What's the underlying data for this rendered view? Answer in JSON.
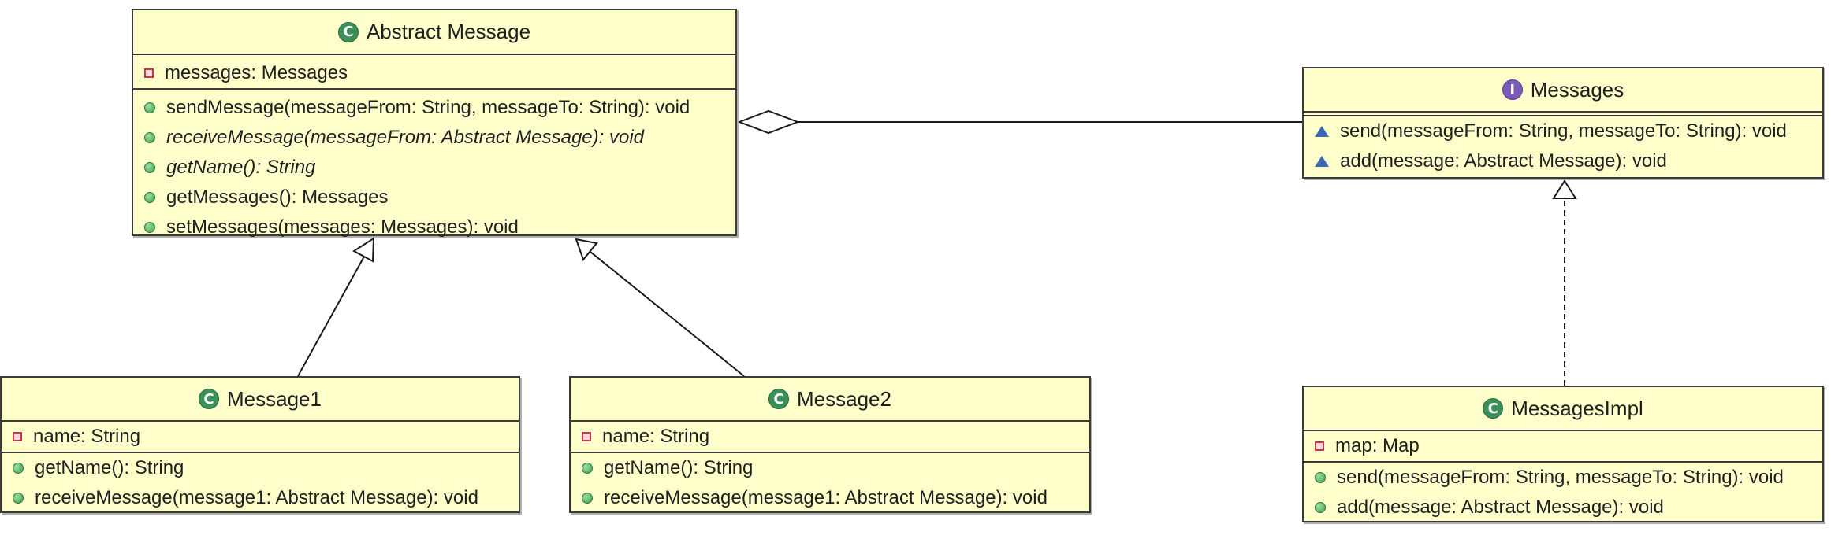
{
  "colors": {
    "box_fill": "#ffffcc",
    "box_border": "#3b3b3b",
    "public_marker": "#3e9a48",
    "private_marker": "#c2384d",
    "package_marker": "#3b68b5",
    "class_icon": "#3d8f5a",
    "interface_icon": "#7a5bb8"
  },
  "classes": {
    "abstract_message": {
      "kind": "class",
      "icon_glyph": "C",
      "name": "Abstract Message",
      "attributes": [
        {
          "visibility": "private",
          "text": "messages: Messages"
        }
      ],
      "operations": [
        {
          "visibility": "public",
          "text": "sendMessage(messageFrom: String, messageTo: String): void",
          "italic": false
        },
        {
          "visibility": "public",
          "text": "receiveMessage(messageFrom: Abstract Message): void",
          "italic": true
        },
        {
          "visibility": "public",
          "text": "getName(): String",
          "italic": true
        },
        {
          "visibility": "public",
          "text": "getMessages(): Messages",
          "italic": false
        },
        {
          "visibility": "public",
          "text": "setMessages(messages: Messages): void",
          "italic": false
        }
      ]
    },
    "messages": {
      "kind": "interface",
      "icon_glyph": "I",
      "name": "Messages",
      "attributes": [],
      "operations": [
        {
          "visibility": "package",
          "text": "send(messageFrom: String, messageTo: String): void",
          "italic": false
        },
        {
          "visibility": "package",
          "text": "add(message: Abstract Message): void",
          "italic": false
        }
      ]
    },
    "message1": {
      "kind": "class",
      "icon_glyph": "C",
      "name": "Message1",
      "attributes": [
        {
          "visibility": "private",
          "text": "name: String"
        }
      ],
      "operations": [
        {
          "visibility": "public",
          "text": "getName(): String",
          "italic": false
        },
        {
          "visibility": "public",
          "text": "receiveMessage(message1: Abstract Message): void",
          "italic": false
        }
      ]
    },
    "message2": {
      "kind": "class",
      "icon_glyph": "C",
      "name": "Message2",
      "attributes": [
        {
          "visibility": "private",
          "text": "name: String"
        }
      ],
      "operations": [
        {
          "visibility": "public",
          "text": "getName(): String",
          "italic": false
        },
        {
          "visibility": "public",
          "text": "receiveMessage(message1: Abstract Message): void",
          "italic": false
        }
      ]
    },
    "messages_impl": {
      "kind": "class",
      "icon_glyph": "C",
      "name": "MessagesImpl",
      "attributes": [
        {
          "visibility": "private",
          "text": "map: Map"
        }
      ],
      "operations": [
        {
          "visibility": "public",
          "text": "send(messageFrom: String, messageTo: String): void",
          "italic": false
        },
        {
          "visibility": "public",
          "text": "add(message: Abstract Message): void",
          "italic": false
        }
      ]
    }
  },
  "relations": [
    {
      "type": "aggregation",
      "from": "abstract_message",
      "to": "messages"
    },
    {
      "type": "generalization",
      "from": "message1",
      "to": "abstract_message"
    },
    {
      "type": "generalization",
      "from": "message2",
      "to": "abstract_message"
    },
    {
      "type": "realization",
      "from": "messages_impl",
      "to": "messages"
    }
  ]
}
